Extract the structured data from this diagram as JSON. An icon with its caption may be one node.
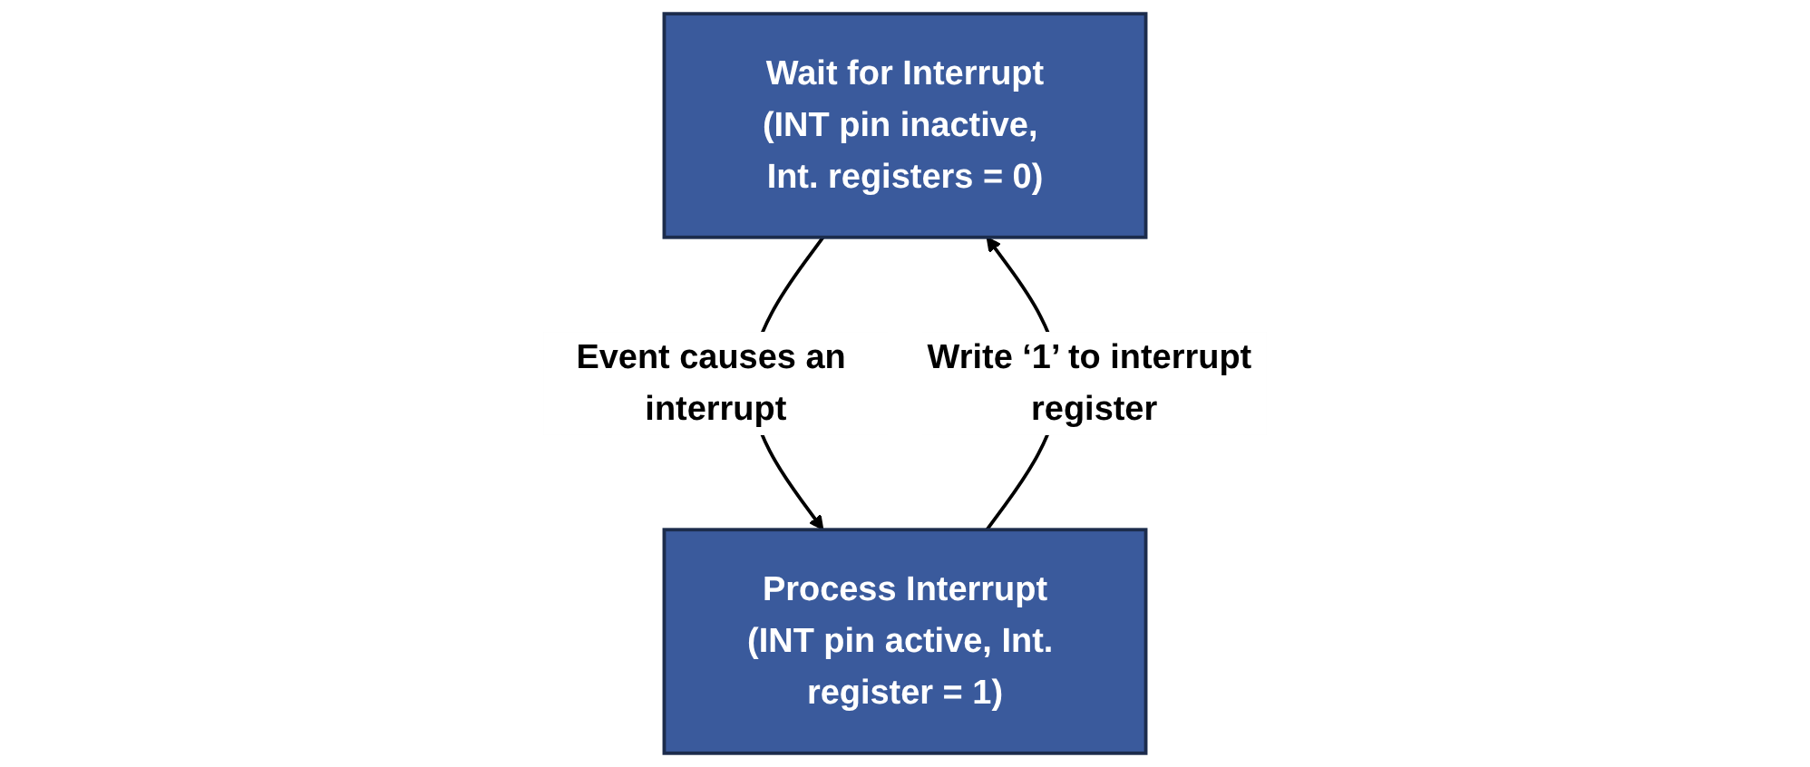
{
  "diagram": {
    "nodes": [
      {
        "text": [
          "Wait for Interrupt",
          "(INT pin inactive, Int. registers = 0)"
        ]
      },
      {
        "text": [
          "Process Interrupt",
          "(INT pin active, Int. register = 1)"
        ]
      }
    ],
    "edges": [
      {
        "from": 0,
        "to": 1,
        "arrow": "to",
        "label": "Event causes an interrupt"
      },
      {
        "from": 1,
        "to": 0,
        "arrow": "to",
        "label": "Write ‘1’ to interrupt register"
      }
    ]
  }
}
